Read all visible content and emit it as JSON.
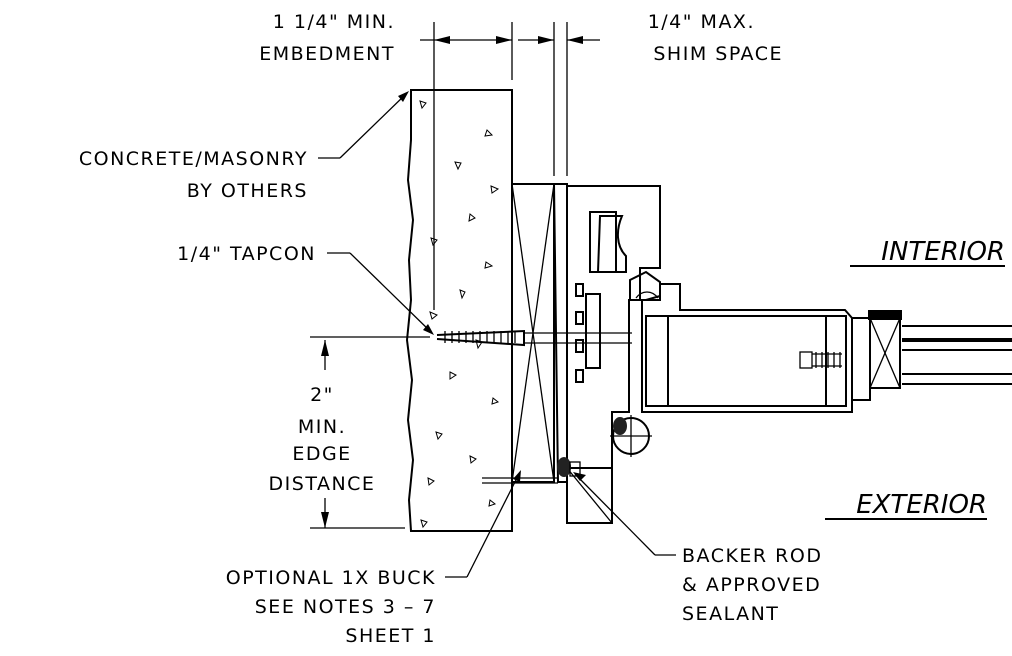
{
  "labels": {
    "embedment_l1": "1 1/4\" MIN.",
    "embedment_l2": "EMBEDMENT",
    "shim_l1": "1/4\" MAX.",
    "shim_l2": "SHIM SPACE",
    "concrete_l1": "CONCRETE/MASONRY",
    "concrete_l2": "BY OTHERS",
    "tapcon": "1/4\" TAPCON",
    "edge_l1": "2\"",
    "edge_l2": "MIN.",
    "edge_l3": "EDGE",
    "edge_l4": "DISTANCE",
    "buck_l1": "OPTIONAL 1X BUCK",
    "buck_l2": "SEE NOTES 3 – 7",
    "buck_l3": "SHEET 1",
    "backer_l1": "BACKER ROD",
    "backer_l2": "& APPROVED",
    "backer_l3": "SEALANT",
    "interior": "INTERIOR",
    "exterior": "EXTERIOR"
  }
}
